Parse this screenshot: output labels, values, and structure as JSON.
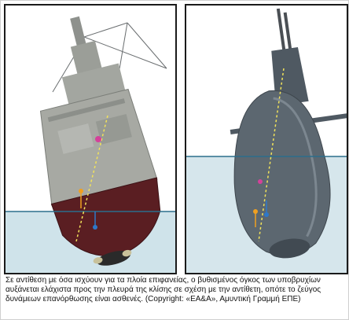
{
  "figure": {
    "left_panel": {
      "subject": "surface-ship-heeled",
      "colors": {
        "hull_upper": "#a7a9a3",
        "hull_lower": "#5a1e22",
        "water": "#cfe3ea",
        "waterline": "#2b6f8c"
      }
    },
    "right_panel": {
      "subject": "submarine-heeled",
      "colors": {
        "hull": "#5c6770",
        "water": "#d6e6ec",
        "waterline": "#2b6f8c"
      }
    }
  },
  "caption": "Σε αντίθεση με όσα ισχύουν για τα πλοία επιφανείας, ο βυθισμένος όγκος των υποβρυχίων αυξάνεται ελάχιστα προς την πλευρά της κλίσης σε σχέση με την αντίθετη, οπότε το ζεύγος δυνάμεων επανόρθωσης είναι ασθενές. (Copyright: «ΕΑ&Α», Αμυντική Γραμμή ΕΠΕ)"
}
